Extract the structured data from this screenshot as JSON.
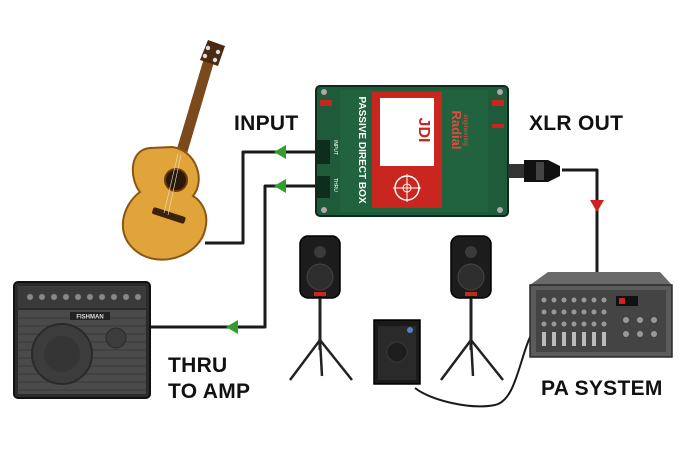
{
  "labels": {
    "input": "INPUT",
    "xlr_out": "XLR OUT",
    "thru_line1": "THRU",
    "thru_line2": "TO AMP",
    "pa_system": "PA SYSTEM"
  },
  "di_box": {
    "brand": "Radial",
    "sub_brand": "engineering",
    "model_logo": "JDI",
    "model_name": "PASSIVE DIRECT BOX",
    "input_jack_label": "INPUT",
    "thru_jack_label": "THRU"
  },
  "amp": {
    "brand": "FISHMAN"
  },
  "colors": {
    "di_body": "#1f5a3a",
    "di_panel": "#c8261e",
    "arrow_green": "#2e9e2e",
    "arrow_red": "#d21f1f",
    "cable": "#1a1a1a"
  },
  "icons": [
    "acoustic-guitar-icon",
    "di-box-icon",
    "acoustic-amp-icon",
    "speaker-left-icon",
    "speaker-right-icon",
    "subwoofer-icon",
    "pa-mixer-icon"
  ]
}
